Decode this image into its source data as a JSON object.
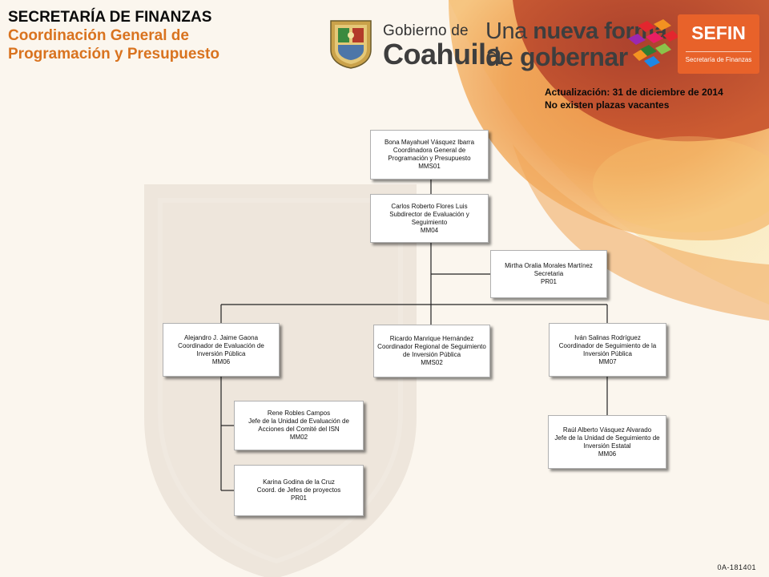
{
  "header": {
    "line1": "SECRETARÍA DE FINANZAS",
    "line2": "Coordinación General de",
    "line3": "Programación y Presupuesto"
  },
  "logos": {
    "shield_icon": "coahuila-coat-of-arms-icon",
    "gobierno_small": "Gobierno de",
    "gobierno_big": "Coahuila",
    "slogan_line1_a": "Una ",
    "slogan_line1_b": "nueva forma",
    "slogan_line2_a": "de ",
    "slogan_line2_b": "gobernar",
    "cubes_icon": "colored-cubes-icon",
    "sefin_title": "SEFIN",
    "sefin_subtitle": "Secretaría de Finanzas"
  },
  "update": {
    "date_line": "Actualización: 31  de diciembre de 2014",
    "vacancy_line": "No existen plazas vacantes"
  },
  "colors": {
    "accent_orange": "#d9731f",
    "sefin_orange": "#e8622a",
    "background": "#fbf6ee"
  },
  "org": {
    "coord_general": {
      "name": "Bona Mayahuel Vásquez Ibarra",
      "title": "Coordinadora  General de Programación y Presupuesto",
      "code": "MMS01"
    },
    "subdirector": {
      "name": "Carlos Roberto Flores Luis",
      "title": "Subdirector de Evaluación y Seguimiento",
      "code": "MM04"
    },
    "secretaria": {
      "name": "Mirtha Oralia Morales Martínez",
      "title": "Secretaria",
      "code": "PR01"
    },
    "coord_eval": {
      "name": "Alejandro J. Jaime Gaona",
      "title": "Coordinador de Evaluación de Inversión Pública",
      "code": "MM06"
    },
    "coord_regional": {
      "name": "Ricardo Manrique Hernández",
      "title": "Coordinador Regional de Seguimiento de Inversión Pública",
      "code": "MMS02"
    },
    "coord_seguimiento": {
      "name": "Iván Salinas Rodríguez",
      "title": "Coordinador de Seguimiento de la Inversión Pública",
      "code": "MM07"
    },
    "jefe_isn": {
      "name": "Rene Robles Campos",
      "title": "Jefe de la Unidad de Evaluación de Acciones del Comité del ISN",
      "code": "MM02"
    },
    "coord_proyectos": {
      "name": "Karina Godina de la Cruz",
      "title": "Coord. de Jefes de proyectos",
      "code": "PR01"
    },
    "jefe_estatal": {
      "name": "Raúl Alberto Vásquez Alvarado",
      "title": "Jefe de la Unidad de Seguimiento de Inversión Estatal",
      "code": "MM06"
    }
  },
  "footer_code": "0A-181401"
}
